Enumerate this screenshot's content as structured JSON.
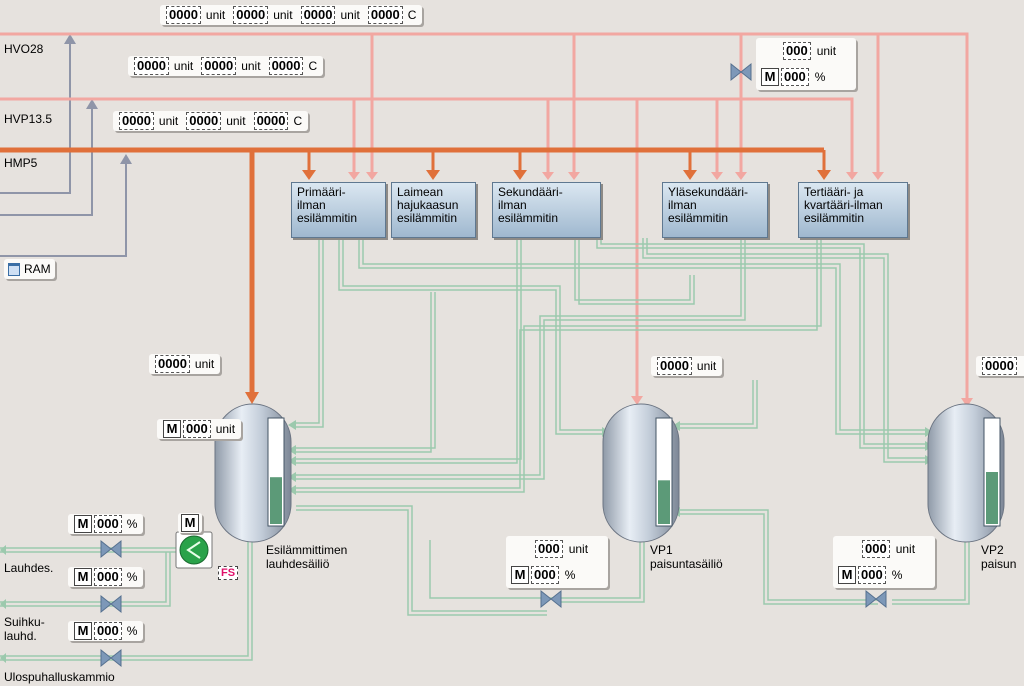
{
  "lines": {
    "hvo28": "HVO28",
    "hvp135": "HVP13.5",
    "hmp5": "HMP5",
    "ram": "RAM"
  },
  "top_meas_1": {
    "f1": "0000",
    "u1": "unit",
    "f2": "0000",
    "u2": "unit",
    "f3": "0000",
    "u3": "unit",
    "f4": "0000",
    "u4": "C"
  },
  "top_meas_2": {
    "f1": "0000",
    "u1": "unit",
    "f2": "0000",
    "u2": "unit",
    "f3": "0000",
    "u3": "C"
  },
  "top_meas_3": {
    "f1": "0000",
    "u1": "unit",
    "f2": "0000",
    "u2": "unit",
    "f3": "0000",
    "u3": "C"
  },
  "valve_box_top": {
    "v1": "000",
    "u1": "unit",
    "mode": "M",
    "v2": "000",
    "u2": "%"
  },
  "heaters": {
    "primary": {
      "label": "Primääri-\nilman\nesilämmitin"
    },
    "lowpressure": {
      "label": "Laimean\nhajukaasun\nesilämmitin"
    },
    "secondary": {
      "label": "Sekundääri-\nilman\nesilämmitin"
    },
    "uppersecondary": {
      "label": "Yläsekundääri-\nilman\nesilämmitin"
    },
    "tertiary": {
      "label": "Tertiääri- ja\nkvartääri-ilman\nesilämmitin"
    }
  },
  "tank1": {
    "name": "Esilämmittimen\nlauhdesäiliö",
    "meas": "0000",
    "meas_unit": "unit",
    "mode": "M",
    "level": "000",
    "level_unit": "unit",
    "level_fill": 0.45
  },
  "tank2": {
    "name": "VP1\npaisuntasäiliö",
    "meas": "0000",
    "meas_unit": "unit",
    "level_fill": 0.42,
    "box": {
      "v1": "000",
      "u1": "unit",
      "mode": "M",
      "v2": "000",
      "u2": "%"
    }
  },
  "tank3": {
    "name": "VP2\npaisun",
    "meas": "0000",
    "level_fill": 0.5,
    "box": {
      "v1": "000",
      "u1": "unit",
      "mode": "M",
      "v2": "000",
      "u2": "%"
    }
  },
  "outlets": [
    {
      "label": "Lauhdes.",
      "mode": "M",
      "value": "000",
      "unit": "%"
    },
    {
      "label": "Suihku-\nlauhd.",
      "mode": "M",
      "value": "000",
      "unit": "%"
    },
    {
      "label": "Ulospuhalluskammio",
      "mode": "M",
      "value": "000",
      "unit": "%"
    }
  ],
  "pump": {
    "mode": "M",
    "fs": "FS"
  },
  "colors": {
    "steam_hp": "#e0703a",
    "steam_lp": "#f0a6a0",
    "condensate": "#9cc9ad",
    "utility": "#8f95a8",
    "background": "#e6e2de"
  }
}
